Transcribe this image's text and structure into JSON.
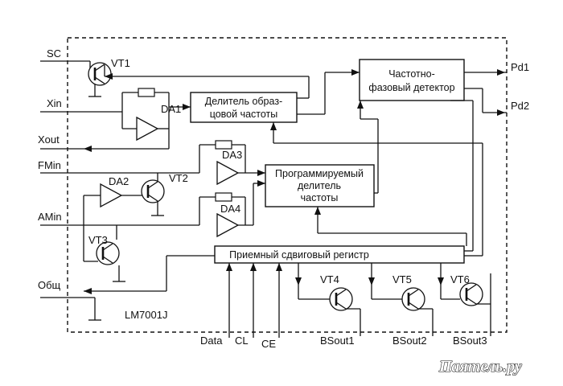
{
  "chip_name": "LM7001J",
  "blocks": {
    "ref_divider": [
      "Делитель образ-",
      "цовой частоты"
    ],
    "phase_detector": [
      "Частотно-",
      "фазовый детектор"
    ],
    "prog_divider": [
      "Программируемый",
      "делитель",
      "частоты"
    ],
    "shift_register": "Приемный сдвиговый регистр"
  },
  "pins": {
    "sc": "SC",
    "xin": "Xin",
    "xout": "Xout",
    "fmin": "FMin",
    "amin": "AMin",
    "gnd": "Общ",
    "pd1": "Pd1",
    "pd2": "Pd2",
    "data": "Data",
    "cl": "CL",
    "ce": "CE",
    "bsout1": "BSout1",
    "bsout2": "BSout2",
    "bsout3": "BSout3"
  },
  "components": {
    "vt1": "VT1",
    "vt2": "VT2",
    "vt3": "VT3",
    "vt4": "VT4",
    "vt5": "VT5",
    "vt6": "VT6",
    "da1": "DA1",
    "da2": "DA2",
    "da3": "DA3",
    "da4": "DA4"
  },
  "watermark": "Паяmель.ру"
}
